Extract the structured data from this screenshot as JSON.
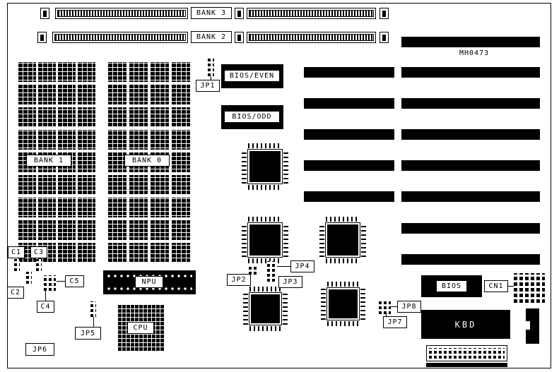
{
  "diagram": {
    "part_number": "MH0473",
    "simm_banks": [
      {
        "label": "BANK 3"
      },
      {
        "label": "BANK 2"
      }
    ],
    "dram_banks": [
      {
        "label": "BANK 1"
      },
      {
        "label": "BANK 0"
      }
    ],
    "rom_chips": [
      {
        "label": "BIOS/EVEN"
      },
      {
        "label": "BIOS/ODD"
      }
    ],
    "sockets": [
      {
        "label": "NPU"
      },
      {
        "label": "CPU"
      }
    ],
    "jumpers": [
      {
        "label": "JP1"
      },
      {
        "label": "JP2"
      },
      {
        "label": "JP3"
      },
      {
        "label": "JP4"
      },
      {
        "label": "JP5"
      },
      {
        "label": "JP6"
      },
      {
        "label": "JP7"
      },
      {
        "label": "JP8"
      }
    ],
    "capacitors": [
      {
        "label": "C1"
      },
      {
        "label": "C2"
      },
      {
        "label": "C3"
      },
      {
        "label": "C4"
      },
      {
        "label": "C5"
      }
    ],
    "ics": [
      {
        "label": "BIOS"
      },
      {
        "label": "KBD"
      }
    ],
    "connectors": [
      {
        "label": "CN1"
      }
    ],
    "colors": {
      "component": "#000000",
      "board": "#ffffff"
    }
  }
}
